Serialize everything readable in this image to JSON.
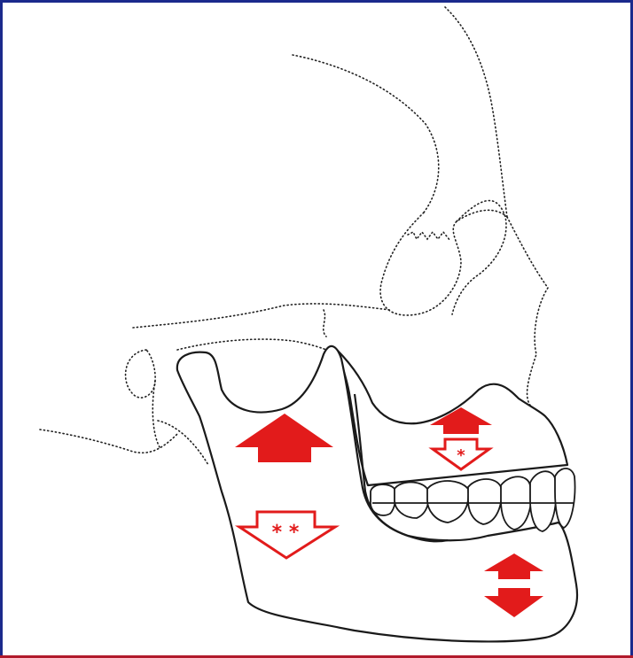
{
  "frame": {
    "border_color": "#1b2a8c",
    "accent_color": "#b11a2b",
    "background": "#ffffff"
  },
  "colors": {
    "arrow_red": "#e21b1b",
    "line_black": "#1a1a1a"
  },
  "labels": {
    "ramus_down_arrow_marker": "* *",
    "maxilla_down_arrow_marker": "*"
  },
  "icons": {
    "ramus_up": "arrow-up-solid",
    "ramus_down": "arrow-down-outline",
    "maxilla_up": "arrow-up-solid",
    "maxilla_down": "arrow-down-outline",
    "chin_up": "arrow-up-solid",
    "chin_down": "arrow-down-solid"
  }
}
